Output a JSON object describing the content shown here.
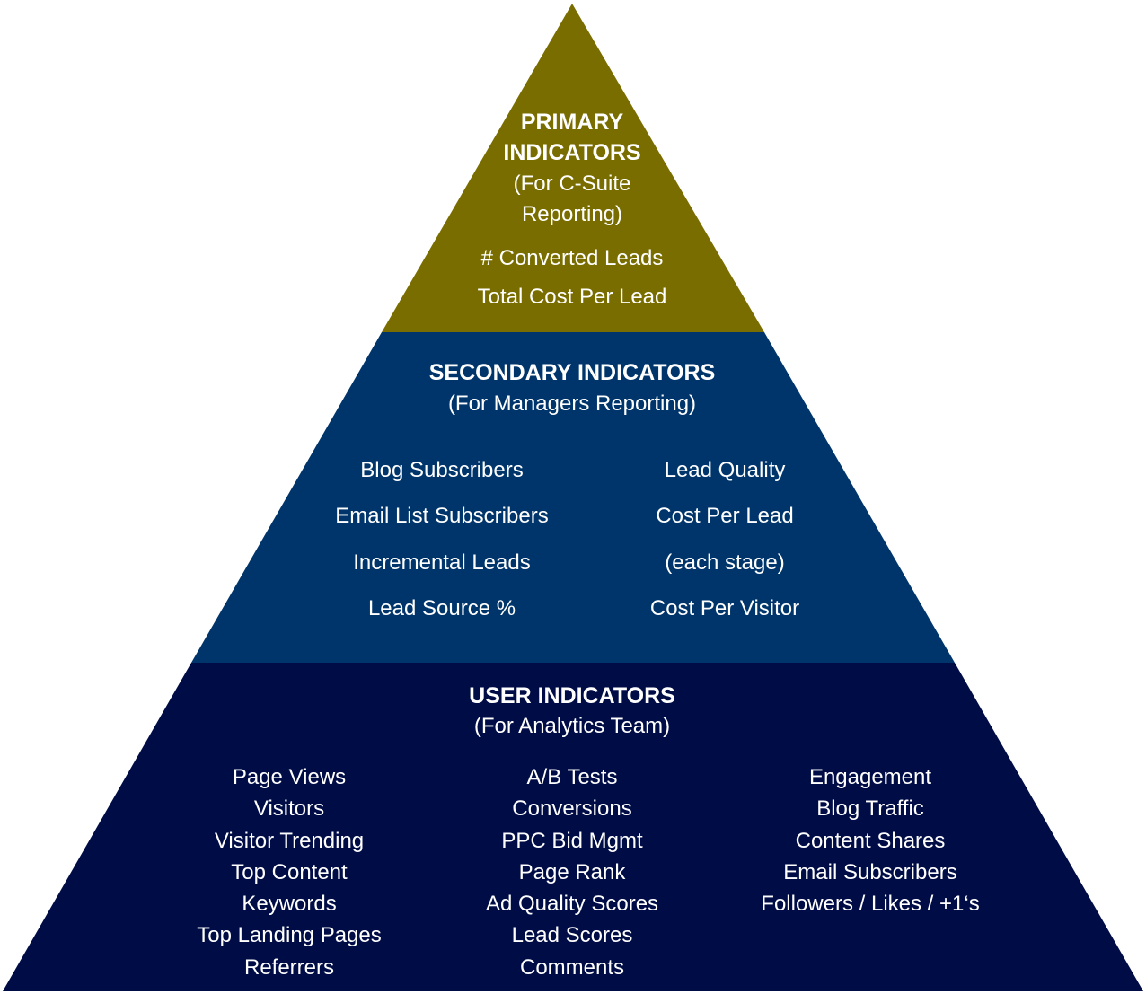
{
  "colors": {
    "top": "#7a6d00",
    "middle": "#00356b",
    "bottom": "#000c45",
    "text": "#ffffff"
  },
  "primary": {
    "title_line1": "PRIMARY",
    "title_line2": "INDICATORS",
    "subtitle_line1": "(For C-Suite",
    "subtitle_line2": "Reporting)",
    "items": [
      "# Converted Leads",
      "Total Cost Per Lead"
    ]
  },
  "secondary": {
    "title": "SECONDARY INDICATORS",
    "subtitle": "(For Managers Reporting)",
    "left_items": [
      "Blog Subscribers",
      "Email List Subscribers",
      "Incremental Leads",
      "Lead Source %"
    ],
    "right_items": [
      "Lead Quality",
      "Cost Per Lead",
      "(each stage)",
      "Cost Per Visitor"
    ]
  },
  "user": {
    "title": "USER INDICATORS",
    "subtitle": "(For Analytics Team)",
    "col1": [
      "Page Views",
      "Visitors",
      "Visitor Trending",
      "Top Content",
      "Keywords",
      "Top Landing Pages",
      "Referrers"
    ],
    "col2": [
      "A/B Tests",
      "Conversions",
      "PPC Bid Mgmt",
      "Page Rank",
      "Ad Quality Scores",
      "Lead Scores",
      "Comments"
    ],
    "col3": [
      "Engagement",
      "Blog Traffic",
      "Content Shares",
      "Email Subscribers",
      "Followers / Likes / +1‘s"
    ]
  }
}
